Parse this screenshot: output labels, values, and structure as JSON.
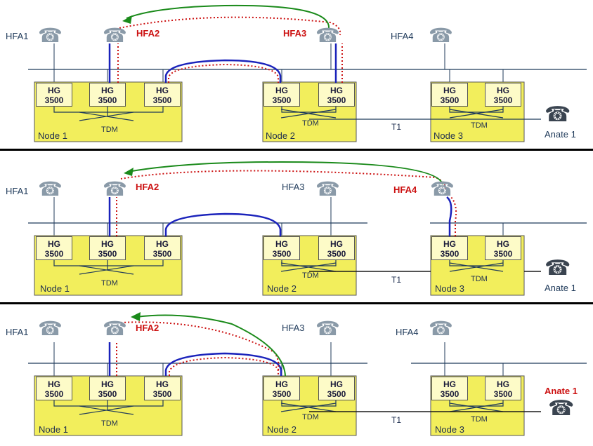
{
  "labels": {
    "hfa1": "HFA1",
    "hfa2": "HFA2",
    "hfa3": "HFA3",
    "hfa4": "HFA4",
    "anate": "Anate 1",
    "node1": "Node 1",
    "node2": "Node 2",
    "node3": "Node 3",
    "tdm": "TDM",
    "t1": "T1",
    "hg_line1": "HG",
    "hg_line2": "3500"
  },
  "panels": [
    {
      "highlighted": [
        "hfa2",
        "hfa3"
      ],
      "hfa4_visible": true
    },
    {
      "highlighted": [
        "hfa2",
        "hfa4"
      ],
      "hfa4_visible": true
    },
    {
      "highlighted": [
        "hfa2",
        "anate"
      ],
      "hfa4_visible": true
    }
  ],
  "colors": {
    "node_fill": "#f2ee5c",
    "hg_fill": "#fdfbc8",
    "bus": "#1f3a5a",
    "signal_green": "#1a8a1a",
    "media_red": "#cc1111",
    "media_blue": "#1a22bb",
    "highlight": "#cc1111"
  }
}
